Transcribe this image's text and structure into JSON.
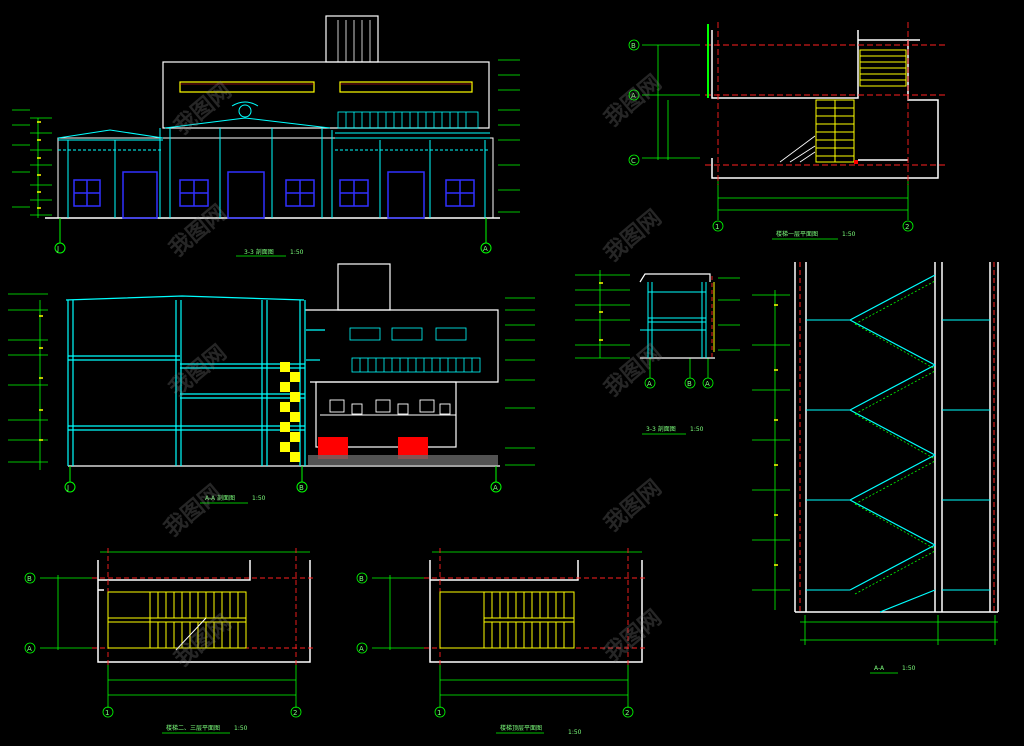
{
  "drawing": {
    "background": "#000000",
    "colors": {
      "wall": "#ffffff",
      "grid_line": "#00ff00",
      "structure": "#00ffff",
      "window": "#2020ff",
      "stair": "#ffff00",
      "axis_dash": "#ff2020",
      "fill_red": "#ff0000",
      "dim_text": "#7cff7c"
    },
    "watermark": "我图网",
    "captions": {
      "elev_top": "3-3 剖面图",
      "elev_top_scale": "1:50",
      "section_mid": "A-A 剖面图",
      "section_mid_scale": "1:50",
      "section_small": "3-3 剖面图",
      "section_small_scale": "1:50",
      "plan_top_right": "楼梯一层平面图",
      "plan_top_right_scale": "1:50",
      "plan_bottom_left": "楼梯二、三层平面图",
      "plan_bottom_left_scale": "1:50",
      "plan_bottom_mid": "楼梯顶层平面图",
      "plan_bottom_mid_scale": "1:50",
      "section_right": "A-A",
      "section_right_scale": "1:50"
    },
    "axis_labels": {
      "elev_top_left": "J",
      "elev_top_right": "A",
      "section_mid_left": "J",
      "section_mid_center": "B",
      "section_mid_right": "A",
      "plan_tr_bottom_1": "1",
      "plan_tr_bottom_2": "2",
      "plan_tr_left_a": "B",
      "plan_tr_left_b": "A",
      "plan_tr_left_c": "C",
      "small_1": "A",
      "small_2": "B",
      "small_3": "A",
      "plan_bl_bottom_1": "1",
      "plan_bl_bottom_2": "2",
      "plan_bl_left_a": "B",
      "plan_bl_left_b": "A",
      "plan_bm_bottom_1": "1",
      "plan_bm_bottom_2": "2",
      "plan_bm_left_a": "B",
      "plan_bm_left_b": "A"
    }
  }
}
